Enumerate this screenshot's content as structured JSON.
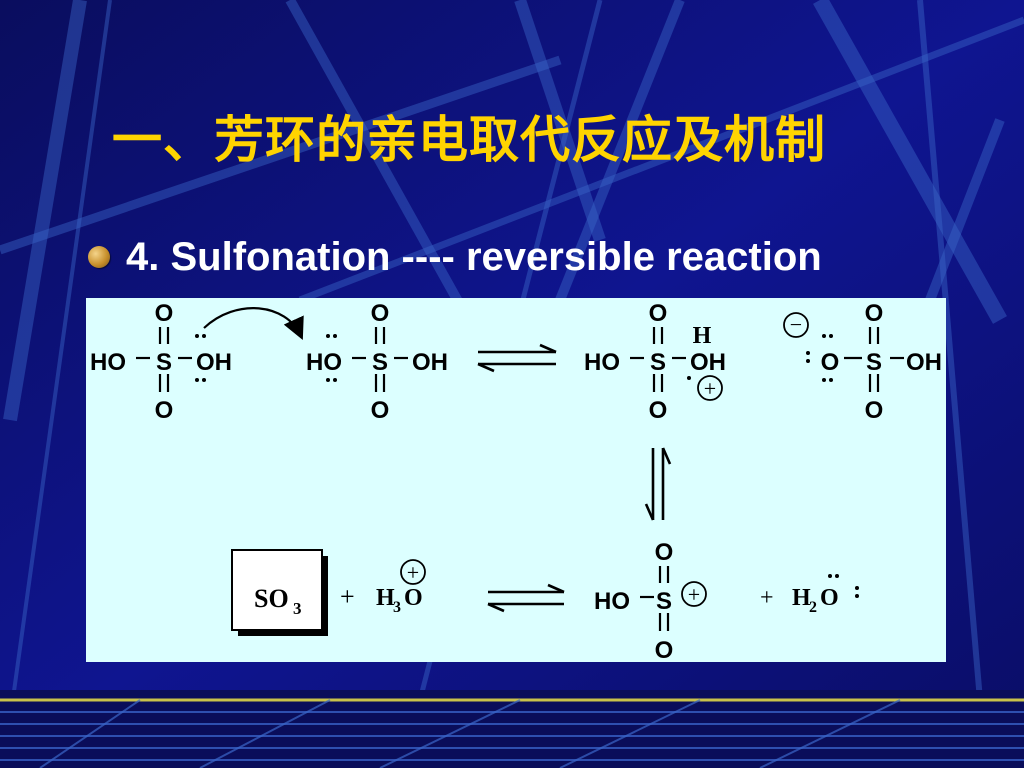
{
  "slide": {
    "title": "一、芳环的亲电取代反应及机制",
    "bullet": "4. Sulfonation ----  reversible reaction"
  },
  "scheme": {
    "O": "O",
    "S": "S",
    "HO": "HO",
    "OH": "OH",
    "H": "H",
    "SO3_main": "SO",
    "SO3_sub": "3",
    "H3O_H": "H",
    "H3O_sub": "3",
    "H3O_O": "O",
    "H2O_H": "H",
    "H2O_sub": "2",
    "H2O_O": "O",
    "plus": "+",
    "minus": "−"
  },
  "colors": {
    "background": "#0c0f7a",
    "title": "#ffd400",
    "bullet_text": "#ffffff",
    "panel": "#dcffff"
  }
}
